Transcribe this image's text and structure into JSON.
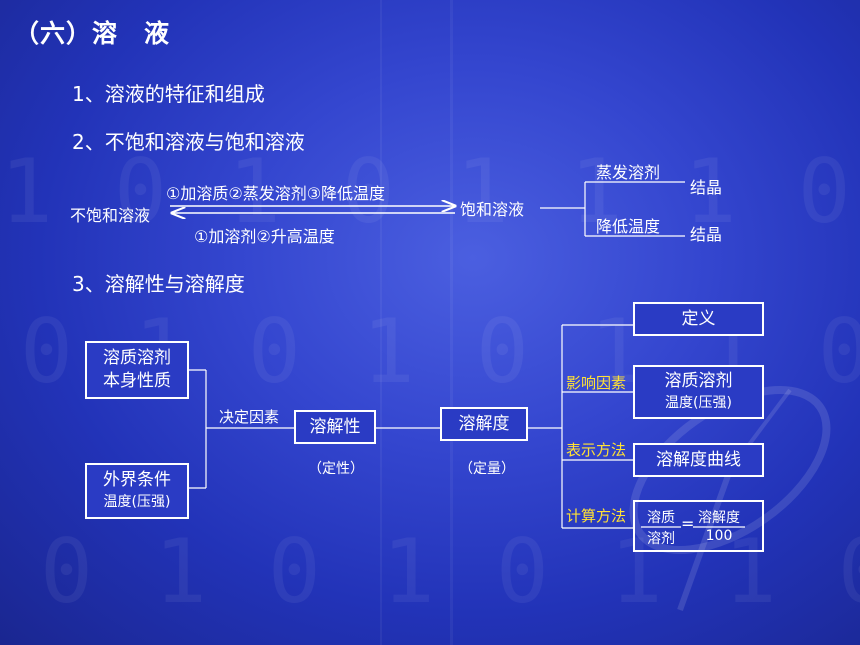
{
  "title": "（六）溶　液",
  "headings": [
    "1、溶液的特征和组成",
    "2、不饱和溶液与饱和溶液",
    "3、溶解性与溶解度"
  ],
  "sat": {
    "unsaturated": "不饱和溶液",
    "saturated": "饱和溶液",
    "to_saturated": "①加溶质②蒸发溶剂③降低温度",
    "to_unsaturated": "①加溶剂②升高温度",
    "evaporate": "蒸发溶剂",
    "cool": "降低温度",
    "crystal": "结晶"
  },
  "sol": {
    "box_nature_l1": "溶质溶剂",
    "box_nature_l2": "本身性质",
    "box_external_l1": "外界条件",
    "box_external_l2": "温度(压强)",
    "decide": "决定因素",
    "solubility_prop": "溶解性",
    "qualitative": "（定性）",
    "solubility": "溶解度",
    "quantitative": "（定量）",
    "definition": "定义",
    "influence": "影响因素",
    "factors_l1": "溶质溶剂",
    "factors_l2": "温度(压强)",
    "represent": "表示方法",
    "curve": "溶解度曲线",
    "calculate": "计算方法",
    "f_num_left": "溶质",
    "f_den_left": "溶剂",
    "f_eq": "=",
    "f_num_right": "溶解度",
    "f_den_right": "100"
  },
  "colors": {
    "background": "#3446cf",
    "label_yellow": "#ffe135",
    "text": "#ffffff"
  }
}
